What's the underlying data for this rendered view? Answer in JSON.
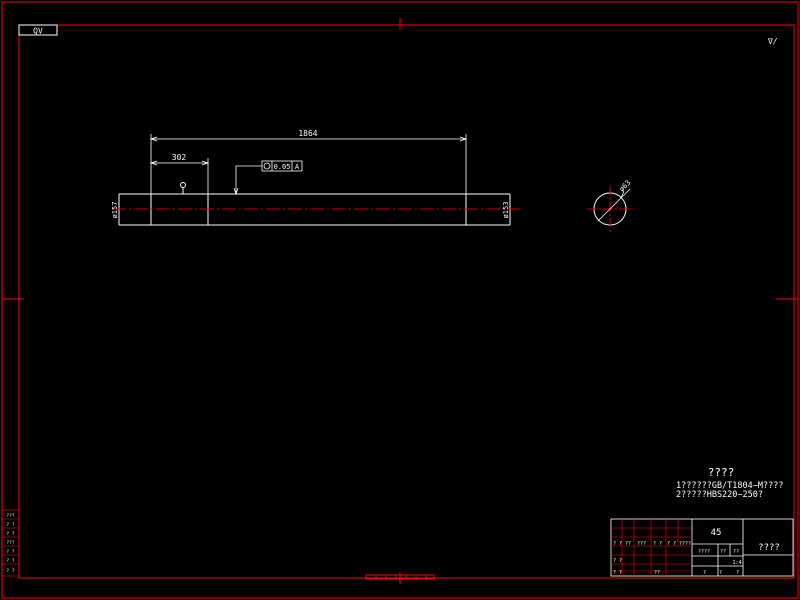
{
  "colors": {
    "background": "#000000",
    "frame": "#ff0000",
    "geometry": "#ffffff",
    "centerline": "#cc0000"
  },
  "drawing": {
    "view_label": "QV",
    "roughness_symbol": "∇/",
    "dimensions": {
      "overall_length": "1864",
      "step_length": "302",
      "dia_left": "ø157",
      "dia_right": "ø153",
      "section_dia": "ø63"
    },
    "tolerance": {
      "value": "0.05",
      "datum": "A"
    }
  },
  "notes": {
    "title": "????",
    "line1": "1??????GB/T1804−M????",
    "line2": "2?????HBS220−250?"
  },
  "title_block": {
    "material": "45",
    "name": "????",
    "scale": "1:4",
    "row1": [
      "? ?",
      "??",
      "???",
      "? ?",
      "? ?",
      "????"
    ],
    "row2": [
      "????",
      "??",
      "??"
    ],
    "row3": [
      "? ?"
    ],
    "row4": [
      "? ?",
      "??",
      "?",
      "?",
      "?"
    ]
  },
  "left_strip": [
    "???",
    "? ?",
    "? ?",
    "???",
    "? ?",
    "? ?",
    "? ?"
  ]
}
